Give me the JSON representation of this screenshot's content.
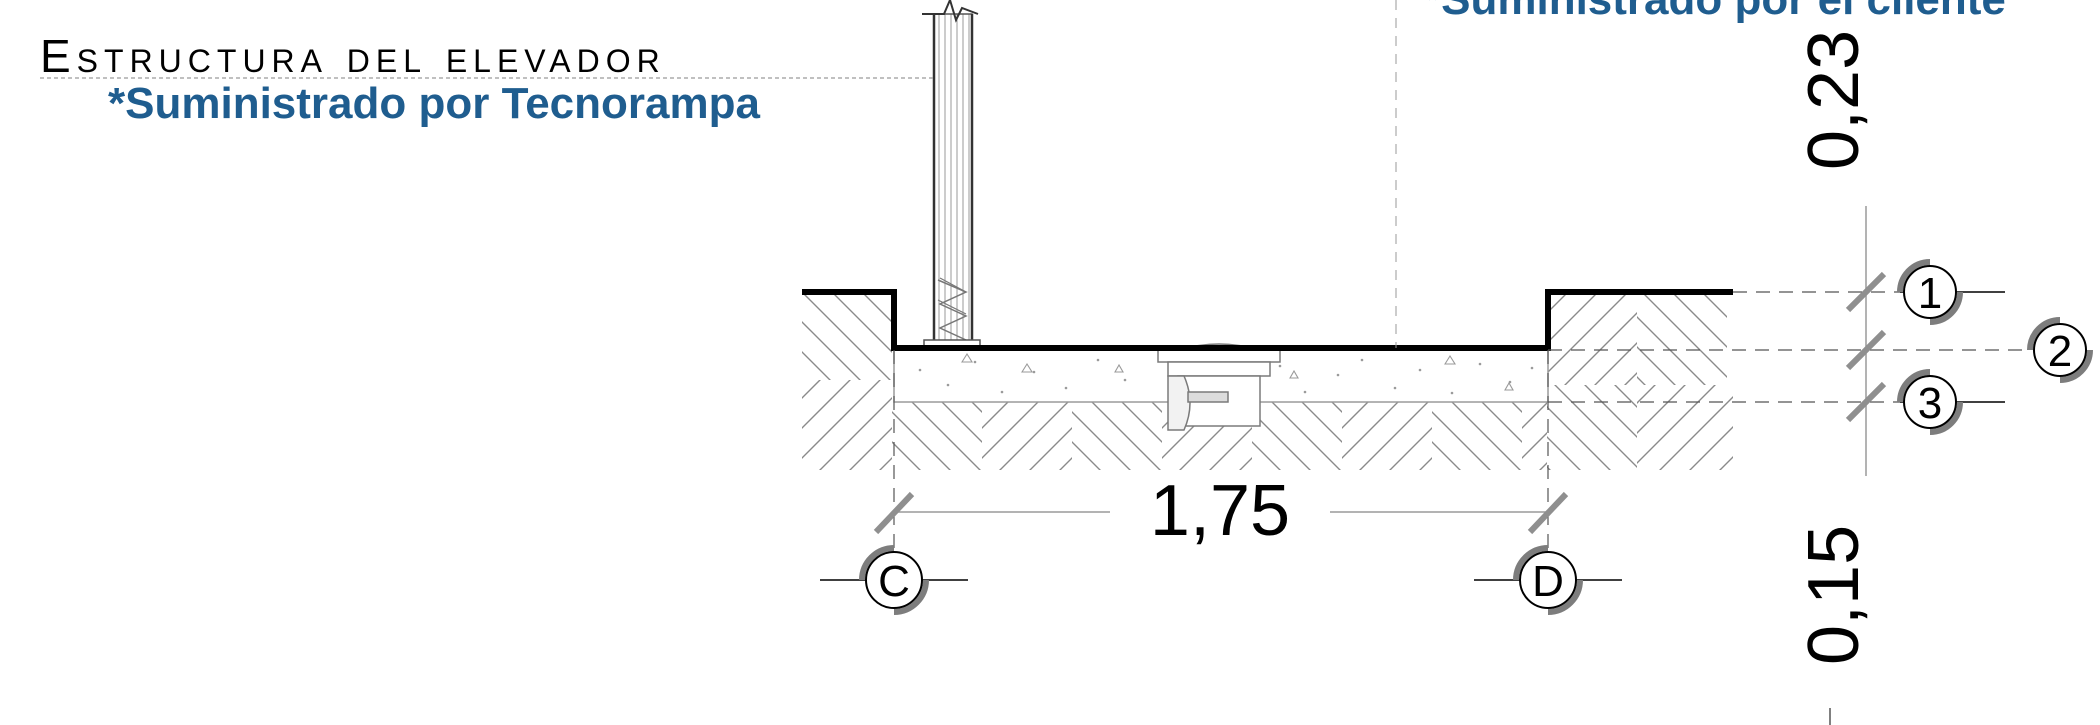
{
  "labels": {
    "structure_title": "Estructura del elevador",
    "supplied_by_tecnorampa": "*Suministrado por Tecnorampa",
    "supplied_by_client": "*Suministrado por el cliente"
  },
  "dimensions": {
    "width": "1,75",
    "upper_height": "0,23",
    "lower_height": "0,15"
  },
  "grid_markers": {
    "axis_c": "C",
    "axis_d": "D",
    "level_1": "1",
    "level_2": "2",
    "level_3": "3"
  },
  "colors": {
    "note_blue": "#1f5d8f",
    "line": "#000000",
    "hatch": "#8a8a8a",
    "tick": "#8f8f8f",
    "dashed": "#555555"
  }
}
